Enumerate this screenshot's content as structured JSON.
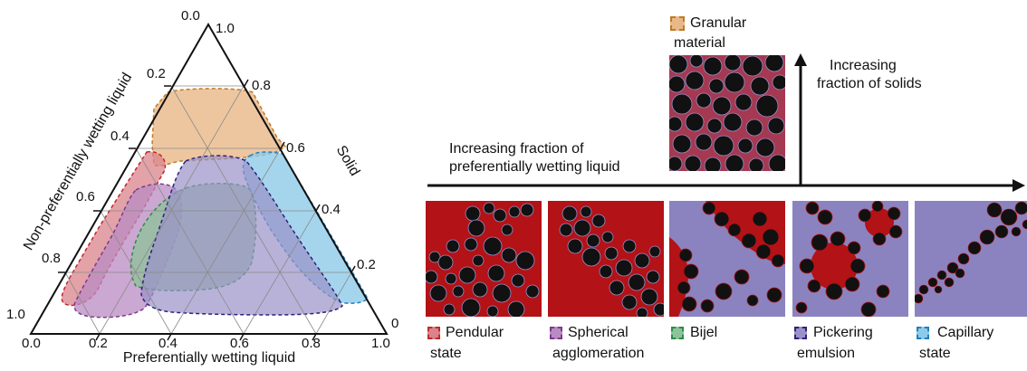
{
  "ternary": {
    "corner_ticks": {
      "top_left": "0.0",
      "top_right": "1.0",
      "bottom_left": "1.0",
      "bottom_right": "0.0"
    },
    "left_ticks": [
      "0.2",
      "0.4",
      "0.6",
      "0.8"
    ],
    "right_ticks": [
      "0.8",
      "0.6",
      "0.4",
      "0.2"
    ],
    "bottom_ticks": [
      "0.0",
      "0.2",
      "0.4",
      "0.6",
      "0.8",
      "1.0"
    ],
    "axis_left_title": "Non-preferentially wetting liquid",
    "axis_right_title": "Solid",
    "axis_bottom_title": "Preferentially wetting liquid"
  },
  "arrows": {
    "horizontal_label_line1": "Increasing fraction of",
    "horizontal_label_line2": "preferentially wetting liquid",
    "vertical_label_line1": "Increasing",
    "vertical_label_line2": "fraction of solids"
  },
  "granular": {
    "label_line1": "Granular",
    "label_line2": "material"
  },
  "legend": [
    {
      "line1": "Pendular",
      "line2": "state",
      "color": "#d9838a",
      "border": "#c0282d"
    },
    {
      "line1": "Spherical",
      "line2": "agglomeration",
      "color": "#b98bc3",
      "border": "#7b3a8c"
    },
    {
      "line1": "Bijel",
      "line2": "",
      "color": "#8dc39a",
      "border": "#2e8b4a"
    },
    {
      "line1": "Pickering",
      "line2": "emulsion",
      "color": "#9a91c8",
      "border": "#2a237a"
    },
    {
      "line1": "Capillary",
      "line2": "state",
      "color": "#8fcbe9",
      "border": "#1f7fc0"
    }
  ],
  "colors": {
    "red_liquid": "#b31217",
    "purple_liquid": "#8b83c0",
    "particle": "#111111",
    "granular_fill": "#e9b888",
    "granular_border": "#c07a23"
  }
}
